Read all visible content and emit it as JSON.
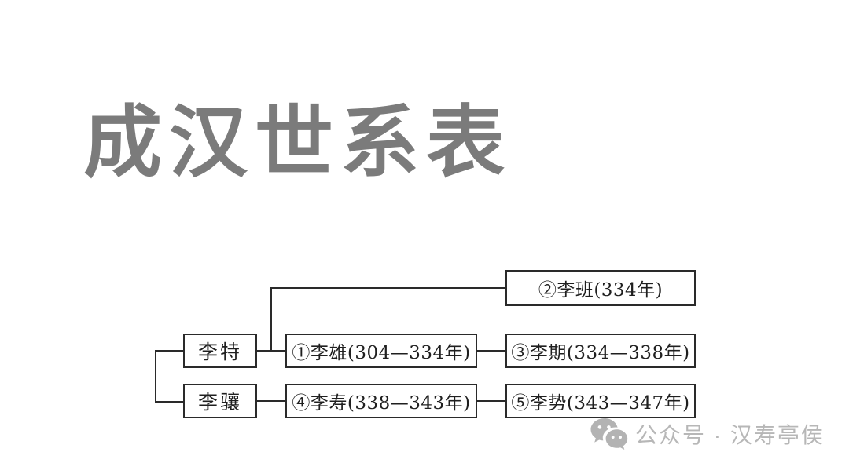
{
  "title": "成汉世系表",
  "diagram": {
    "type": "family-tree",
    "nodes": {
      "li_te": {
        "label": "李特"
      },
      "li_xiang": {
        "label": "李骧"
      },
      "li_xiong": {
        "label": "①李雄(304—334年)"
      },
      "li_ban": {
        "label": "②李班(334年)"
      },
      "li_qi": {
        "label": "③李期(334—338年)"
      },
      "li_shou": {
        "label": "④李寿(338—343年)"
      },
      "li_shi": {
        "label": "⑤李势(343—347年)"
      }
    },
    "edges": [
      {
        "from": "li_te",
        "to": "li_xiang"
      },
      {
        "from": "li_te",
        "to": "li_xiong"
      },
      {
        "from": "li_te",
        "to": "li_ban"
      },
      {
        "from": "li_xiong",
        "to": "li_qi"
      },
      {
        "from": "li_xiang",
        "to": "li_shou"
      },
      {
        "from": "li_shou",
        "to": "li_shi"
      }
    ]
  },
  "watermark": {
    "icon": "wechat-icon",
    "text": "公众号 · 汉寿亭侯"
  },
  "colors": {
    "background": "#ffffff",
    "title": "#7b7b7b",
    "line": "#2a2a2a",
    "box_border": "#2a2a2a",
    "box_text": "#1f1f1f",
    "watermark": "#b7b7b7"
  }
}
